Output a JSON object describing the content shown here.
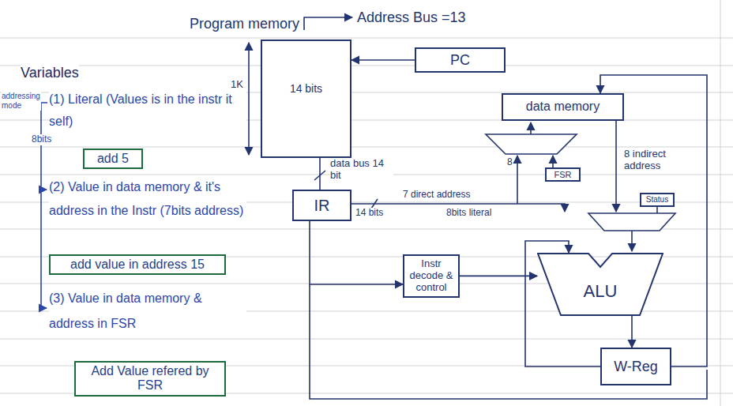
{
  "diagram": {
    "nodes": [
      {
        "text": [
          "Program memory",
          "14 bits"
        ]
      },
      {
        "text": [
          "PC"
        ]
      },
      {
        "text": [
          "add 5"
        ]
      },
      {
        "text": [
          "add value in address 15"
        ]
      },
      {
        "text": [
          "Add Value refered by FSR"
        ]
      },
      {
        "text": [
          "IR"
        ]
      },
      {
        "text": [
          "data memory"
        ]
      },
      {
        "text": [
          "FSR"
        ]
      },
      {
        "text": [
          "Status"
        ]
      },
      {
        "text": [
          "Instr decode & control"
        ]
      },
      {
        "text": [
          "ALU"
        ]
      },
      {
        "text": [
          "W-Reg"
        ]
      }
    ],
    "edges": [
      {
        "from": 1,
        "to": 0,
        "arrow": "to"
      },
      {
        "from": 0,
        "to": 5,
        "arrow": "none"
      },
      {
        "from": 5,
        "to": 9,
        "arrow": "to"
      },
      {
        "from": 9,
        "to": 10,
        "arrow": "to"
      },
      {
        "from": 10,
        "to": 11,
        "arrow": "to"
      },
      {
        "from": 11,
        "to": 10,
        "arrow": "to"
      },
      {
        "from": 11,
        "to": 6,
        "arrow": "to"
      }
    ],
    "labels": [
      "Address Bus =13",
      "Variables",
      "(1) Literal (Values is in the instr it self)",
      "8bits",
      "addressing mode",
      "(2) Value in data memory & it's address in the Instr (7bits address)",
      "(3) Value in data memory & address in FSR",
      "1K",
      "data bus 14 bit",
      "14 bits",
      "7 direct address",
      "8bits literal",
      "8",
      "8 indirect address"
    ]
  }
}
